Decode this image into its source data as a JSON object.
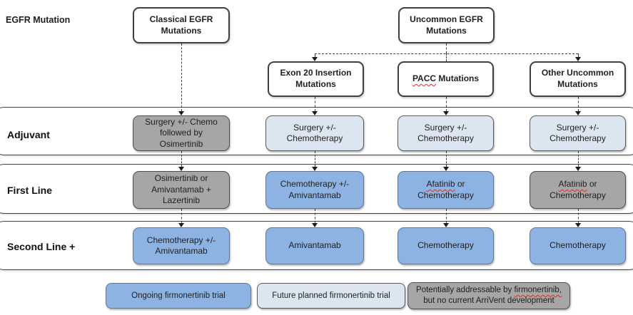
{
  "header": {
    "category_label": "EGFR Mutation"
  },
  "top_boxes": {
    "classical": "Classical EGFR Mutations",
    "uncommon": "Uncommon EGFR Mutations"
  },
  "subtype_boxes": {
    "exon20": "Exon 20 Insertion Mutations",
    "pacc": {
      "highlight": "PACC",
      "rest": " Mutations"
    },
    "other": "Other Uncommon Mutations"
  },
  "rows": {
    "adjuvant": {
      "label": "Adjuvant",
      "cells": {
        "classical": {
          "text": "Surgery +/- Chemo followed by Osimertinib",
          "status": "no_current_development"
        },
        "exon20": {
          "text": "Surgery +/- Chemotherapy",
          "status": "future_planned_trial"
        },
        "pacc": {
          "text": "Surgery +/- Chemotherapy",
          "status": "future_planned_trial"
        },
        "other": {
          "text": "Surgery +/- Chemotherapy",
          "status": "future_planned_trial"
        }
      }
    },
    "first_line": {
      "label": "First Line",
      "cells": {
        "classical": {
          "text": "Osimertinib or Amivantamab + Lazertinib",
          "status": "no_current_development"
        },
        "exon20": {
          "text": "Chemotherapy +/- Amivantamab",
          "status": "ongoing_trial"
        },
        "pacc": {
          "highlight": "Afatinib",
          "rest": " or Chemotherapy",
          "status": "ongoing_trial"
        },
        "other": {
          "highlight": "Afatinib",
          "rest": " or Chemotherapy",
          "status": "no_current_development"
        }
      }
    },
    "second_line": {
      "label": "Second Line +",
      "cells": {
        "classical": {
          "text": "Chemotherapy +/- Amivantamab",
          "status": "ongoing_trial"
        },
        "exon20": {
          "text": "Amivantamab",
          "status": "ongoing_trial"
        },
        "pacc": {
          "text": "Chemotherapy",
          "status": "ongoing_trial"
        },
        "other": {
          "text": "Chemotherapy",
          "status": "ongoing_trial"
        }
      }
    }
  },
  "legend": {
    "ongoing": {
      "text": "Ongoing firmonertinib trial",
      "color": "#8db3e2"
    },
    "future": {
      "text": "Future planned firmonertinib trial",
      "color": "#dce6f0"
    },
    "potential": {
      "line1_prefix": "Potentially addressable by ",
      "line1_highlight": "firmonertinib,",
      "line2": "but no current ArriVent development",
      "color": "#a6a6a6"
    }
  },
  "colors": {
    "ongoing_blue": "#8db3e2",
    "future_light_blue": "#dce6f0",
    "no_development_gray": "#a6a6a6",
    "spellcheck_red": "#d0342c",
    "outline_dark": "#3f3f3f"
  }
}
